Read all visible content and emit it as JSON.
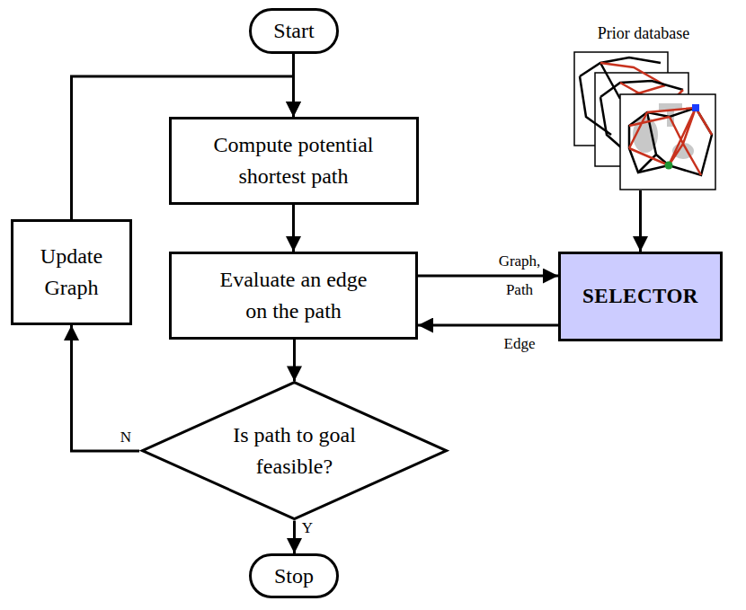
{
  "diagram": {
    "nodes": [
      {
        "text": [
          "Start"
        ]
      },
      {
        "text": [
          "Prior database"
        ]
      },
      {
        "text": [
          "Compute potential shortest path"
        ]
      },
      {
        "text": [
          "Update Graph"
        ]
      },
      {
        "text": [
          "Evaluate an edge on the path"
        ]
      },
      {
        "text": [
          "SELECTOR"
        ]
      },
      {
        "text": [
          "Is path to goal feasible?"
        ]
      },
      {
        "text": [
          "Stop"
        ]
      }
    ],
    "edges": [
      {
        "from": 0,
        "to": 2,
        "arrow": "to"
      },
      {
        "from": 3,
        "to": 2,
        "arrow": "to"
      },
      {
        "from": 2,
        "to": 4,
        "arrow": "to"
      },
      {
        "from": 4,
        "to": 5,
        "label": "Graph, Path",
        "arrow": "to"
      },
      {
        "from": 5,
        "to": 4,
        "label": "Edge",
        "arrow": "to"
      },
      {
        "from": 1,
        "to": 5,
        "arrow": "to"
      },
      {
        "from": 4,
        "to": 6,
        "arrow": "to"
      },
      {
        "from": 6,
        "to": 3,
        "label": "N",
        "arrow": "to"
      },
      {
        "from": 6,
        "to": 7,
        "label": "Y",
        "arrow": "to"
      }
    ]
  }
}
